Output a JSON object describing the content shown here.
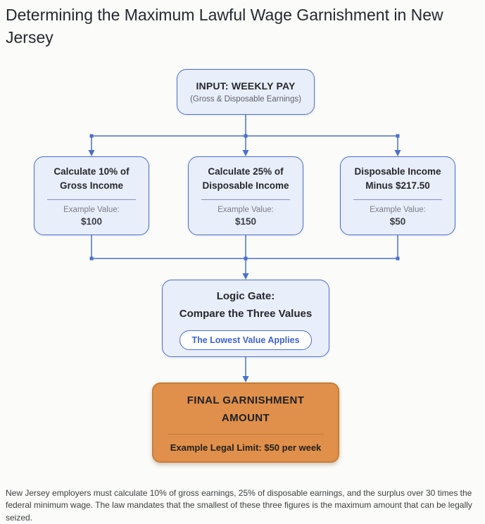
{
  "header": {
    "title": "Determining the Maximum Lawful Wage Garnishment in New Jersey"
  },
  "flowchart": {
    "input": {
      "title": "INPUT: WEEKLY PAY",
      "subtitle": "(Gross & Disposable Earnings)"
    },
    "branches": [
      {
        "title": "Calculate 10% of\nGross Income",
        "example_label": "Example Value:",
        "example_value": "$100"
      },
      {
        "title": "Calculate 25% of\nDisposable Income",
        "example_label": "Example Value:",
        "example_value": "$150"
      },
      {
        "title": "Disposable Income\nMinus $217.50",
        "example_label": "Example Value:",
        "example_value": "$50"
      }
    ],
    "logic_gate": {
      "title": "Logic Gate:\nCompare the Three Values",
      "badge": "The Lowest Value Applies"
    },
    "result": {
      "title": "FINAL GARNISHMENT\nAMOUNT",
      "value": "Example Legal Limit: $50 per week"
    }
  },
  "footer": {
    "text": "New Jersey employers must calculate 10% of gross earnings, 25% of disposable earnings, and the surplus over 30 times the federal minimum wage. The law mandates that the smallest of these three figures is the maximum amount that can be legally seized."
  },
  "colors": {
    "connector_line": "#4a6fd0",
    "node_fill": "#e9eefb",
    "node_border": "#4a6fd0",
    "accent_fill": "#e0904a",
    "accent_border": "#c87c35",
    "badge_text": "#3e62d4"
  }
}
